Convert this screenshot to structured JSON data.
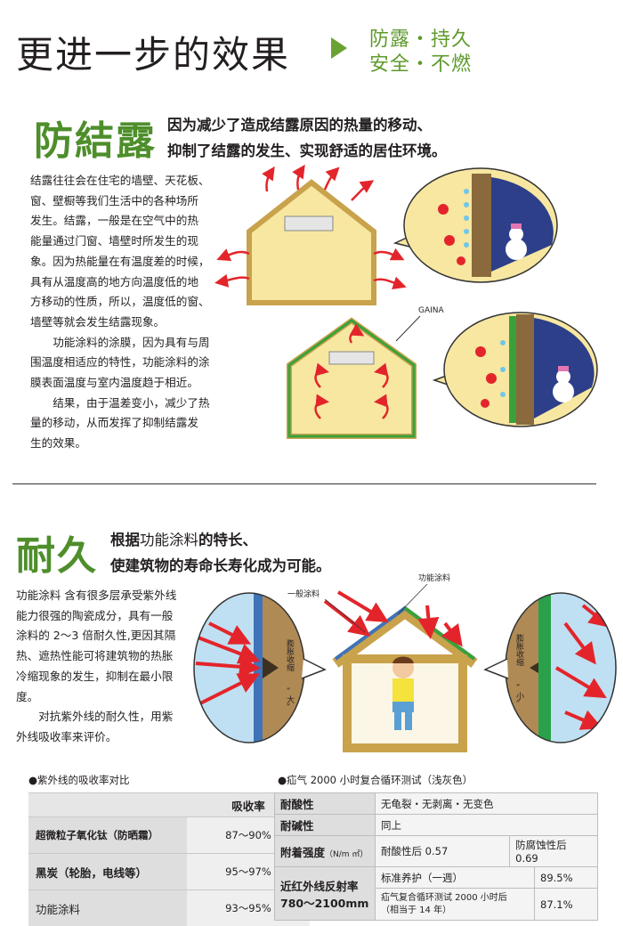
{
  "header": {
    "title": "更进一步的效果",
    "tag_line1": "防露・持久",
    "tag_line2": "安全・不燃"
  },
  "section1": {
    "heading": "防結露",
    "lead_line1": "因为减少了造成结露原因的热量的移动、",
    "lead_line2": "抑制了结露的发生、实现舒适的居住环境。",
    "para1": [
      "结露往往会在住宅的墙壁、天花板、",
      "窗、壁橱等我们生活中的各种场所",
      "发生。结露，一般是在空气中的热",
      "能量通过门窗、墙壁时所发生的现",
      "象。因为热能量在有温度差的时候，",
      "具有从温度高的地方向温度低的地",
      "方移动的性质，所以，温度低的窗、",
      "墙壁等就会发生结露现象。"
    ],
    "para2": [
      "功能涂料的涂膜，因为具有与周",
      "围温度相适应的特性，功能涂料的涂",
      "膜表面温度与室内温度趋于相近。"
    ],
    "para3": [
      "结果，由于温差变小，减少了热",
      "量的移动，从而发挥了抑制结露发",
      "生的效果。"
    ],
    "diagram_label": "GAINA"
  },
  "section2": {
    "heading": "耐久",
    "lead_line1_a": "根据",
    "lead_line1_b": "功能涂料",
    "lead_line1_c": "的特长、",
    "lead_line2": "使建筑物的寿命长寿化成为可能。",
    "para1": [
      "功能涂料 含有很多层承受紫外线",
      "能力很强的陶瓷成分，具有一般",
      "涂料的 2～3 倍耐久性,更因其隔",
      "热、遮热性能可将建筑物的热胀",
      "冷缩现象的发生，抑制在最小限",
      "度。"
    ],
    "para2": [
      "对抗紫外线的耐久性，用紫",
      "外线吸收率来评价。"
    ],
    "label_paint": "功能涂料",
    "label_normal": "一般涂料",
    "bubble_left_text": "膨胀收缩",
    "bubble_left_size": "〞大〞",
    "bubble_right_text": "膨胀收缩",
    "bubble_right_size": "〞小〞"
  },
  "table1": {
    "title": "●紫外线的吸收率对比",
    "header_value": "吸收率",
    "rows": [
      {
        "label": "超微粒子氧化钛（防晒霜）",
        "value": "87～90%"
      },
      {
        "label": "黑炭（轮胎，电线等）",
        "value": "95～97%"
      },
      {
        "label": "功能涂料",
        "value": "93～95%"
      }
    ]
  },
  "table2": {
    "title": "●疝气 2000 小时复合循环测试（浅灰色）",
    "acid_label": "耐酸性",
    "acid_value": "无龟裂・无剥离・无变色",
    "alkali_label": "耐碱性",
    "alkali_value": "同上",
    "adhesion_label": "附着强度",
    "adhesion_unit": "（N/m ㎡）",
    "adhesion_acid": "耐酸性后 0.57",
    "adhesion_corr": "防腐蚀性后 0.69",
    "ir_label_line1": "近红外线反射率",
    "ir_label_line2": "780～2100mm",
    "ir_std_label": "标准养护（一週）",
    "ir_std_value": "89.5%",
    "ir_cycle_line1": "疝气复合循环测试 2000 小时后",
    "ir_cycle_line2": "（相当于 14 年）",
    "ir_cycle_value": "87.1%"
  }
}
